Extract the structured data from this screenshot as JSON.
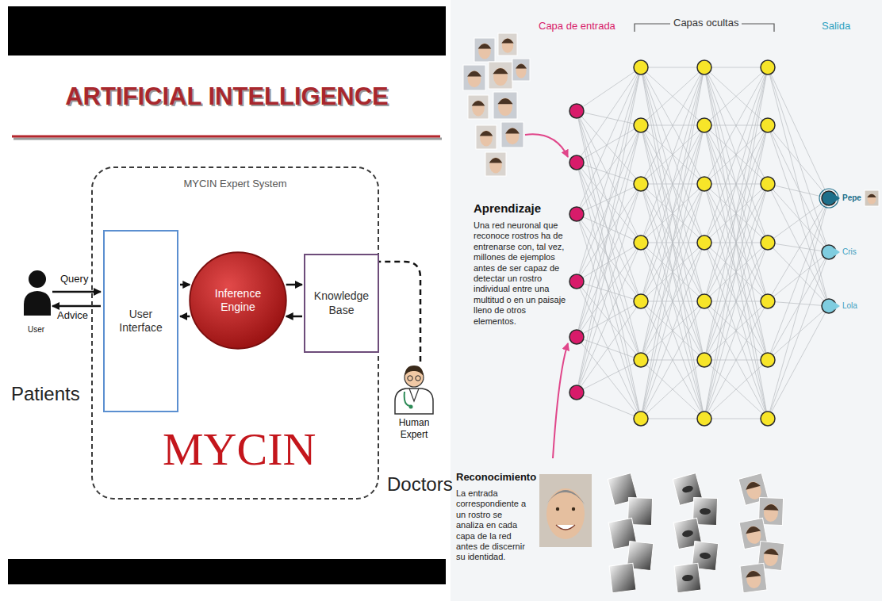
{
  "diagram": {
    "title": "ARTIFICIAL INTELLIGENCE",
    "nodes": [
      {
        "text": [
          "MYCIN Expert System"
        ]
      },
      {
        "text": [
          "User Interface"
        ],
        "in": 0
      },
      {
        "text": [
          "Inference Engine"
        ],
        "in": 0
      },
      {
        "text": [
          "Knowledge Base"
        ],
        "in": 0
      }
    ],
    "edges": [
      {
        "from": 1,
        "to": 2,
        "arrow": "to"
      },
      {
        "from": 2,
        "to": 1,
        "arrow": "to"
      },
      {
        "from": 2,
        "to": 3,
        "arrow": "to"
      },
      {
        "from": 3,
        "to": 2,
        "arrow": "to"
      }
    ],
    "labels": [
      "Query",
      "Advice",
      "User",
      "Patients",
      "MYCIN",
      "Human Expert",
      "Doctors",
      "Capa de entrada",
      "Capas ocultas",
      "Salida",
      "Pepe",
      "Cris",
      "Lola",
      "Aprendizaje",
      "Una red neuronal que reconoce rostros ha de entrenarse con, tal vez, millones de ejemplos antes de ser capaz de detectar un rostro individual entre una multitud o en un paisaje lleno de otros elementos.",
      "Reconocimiento",
      "La entrada correspondiente a un rostro se analiza en cada capa de la red antes de discernir su identidad."
    ]
  }
}
